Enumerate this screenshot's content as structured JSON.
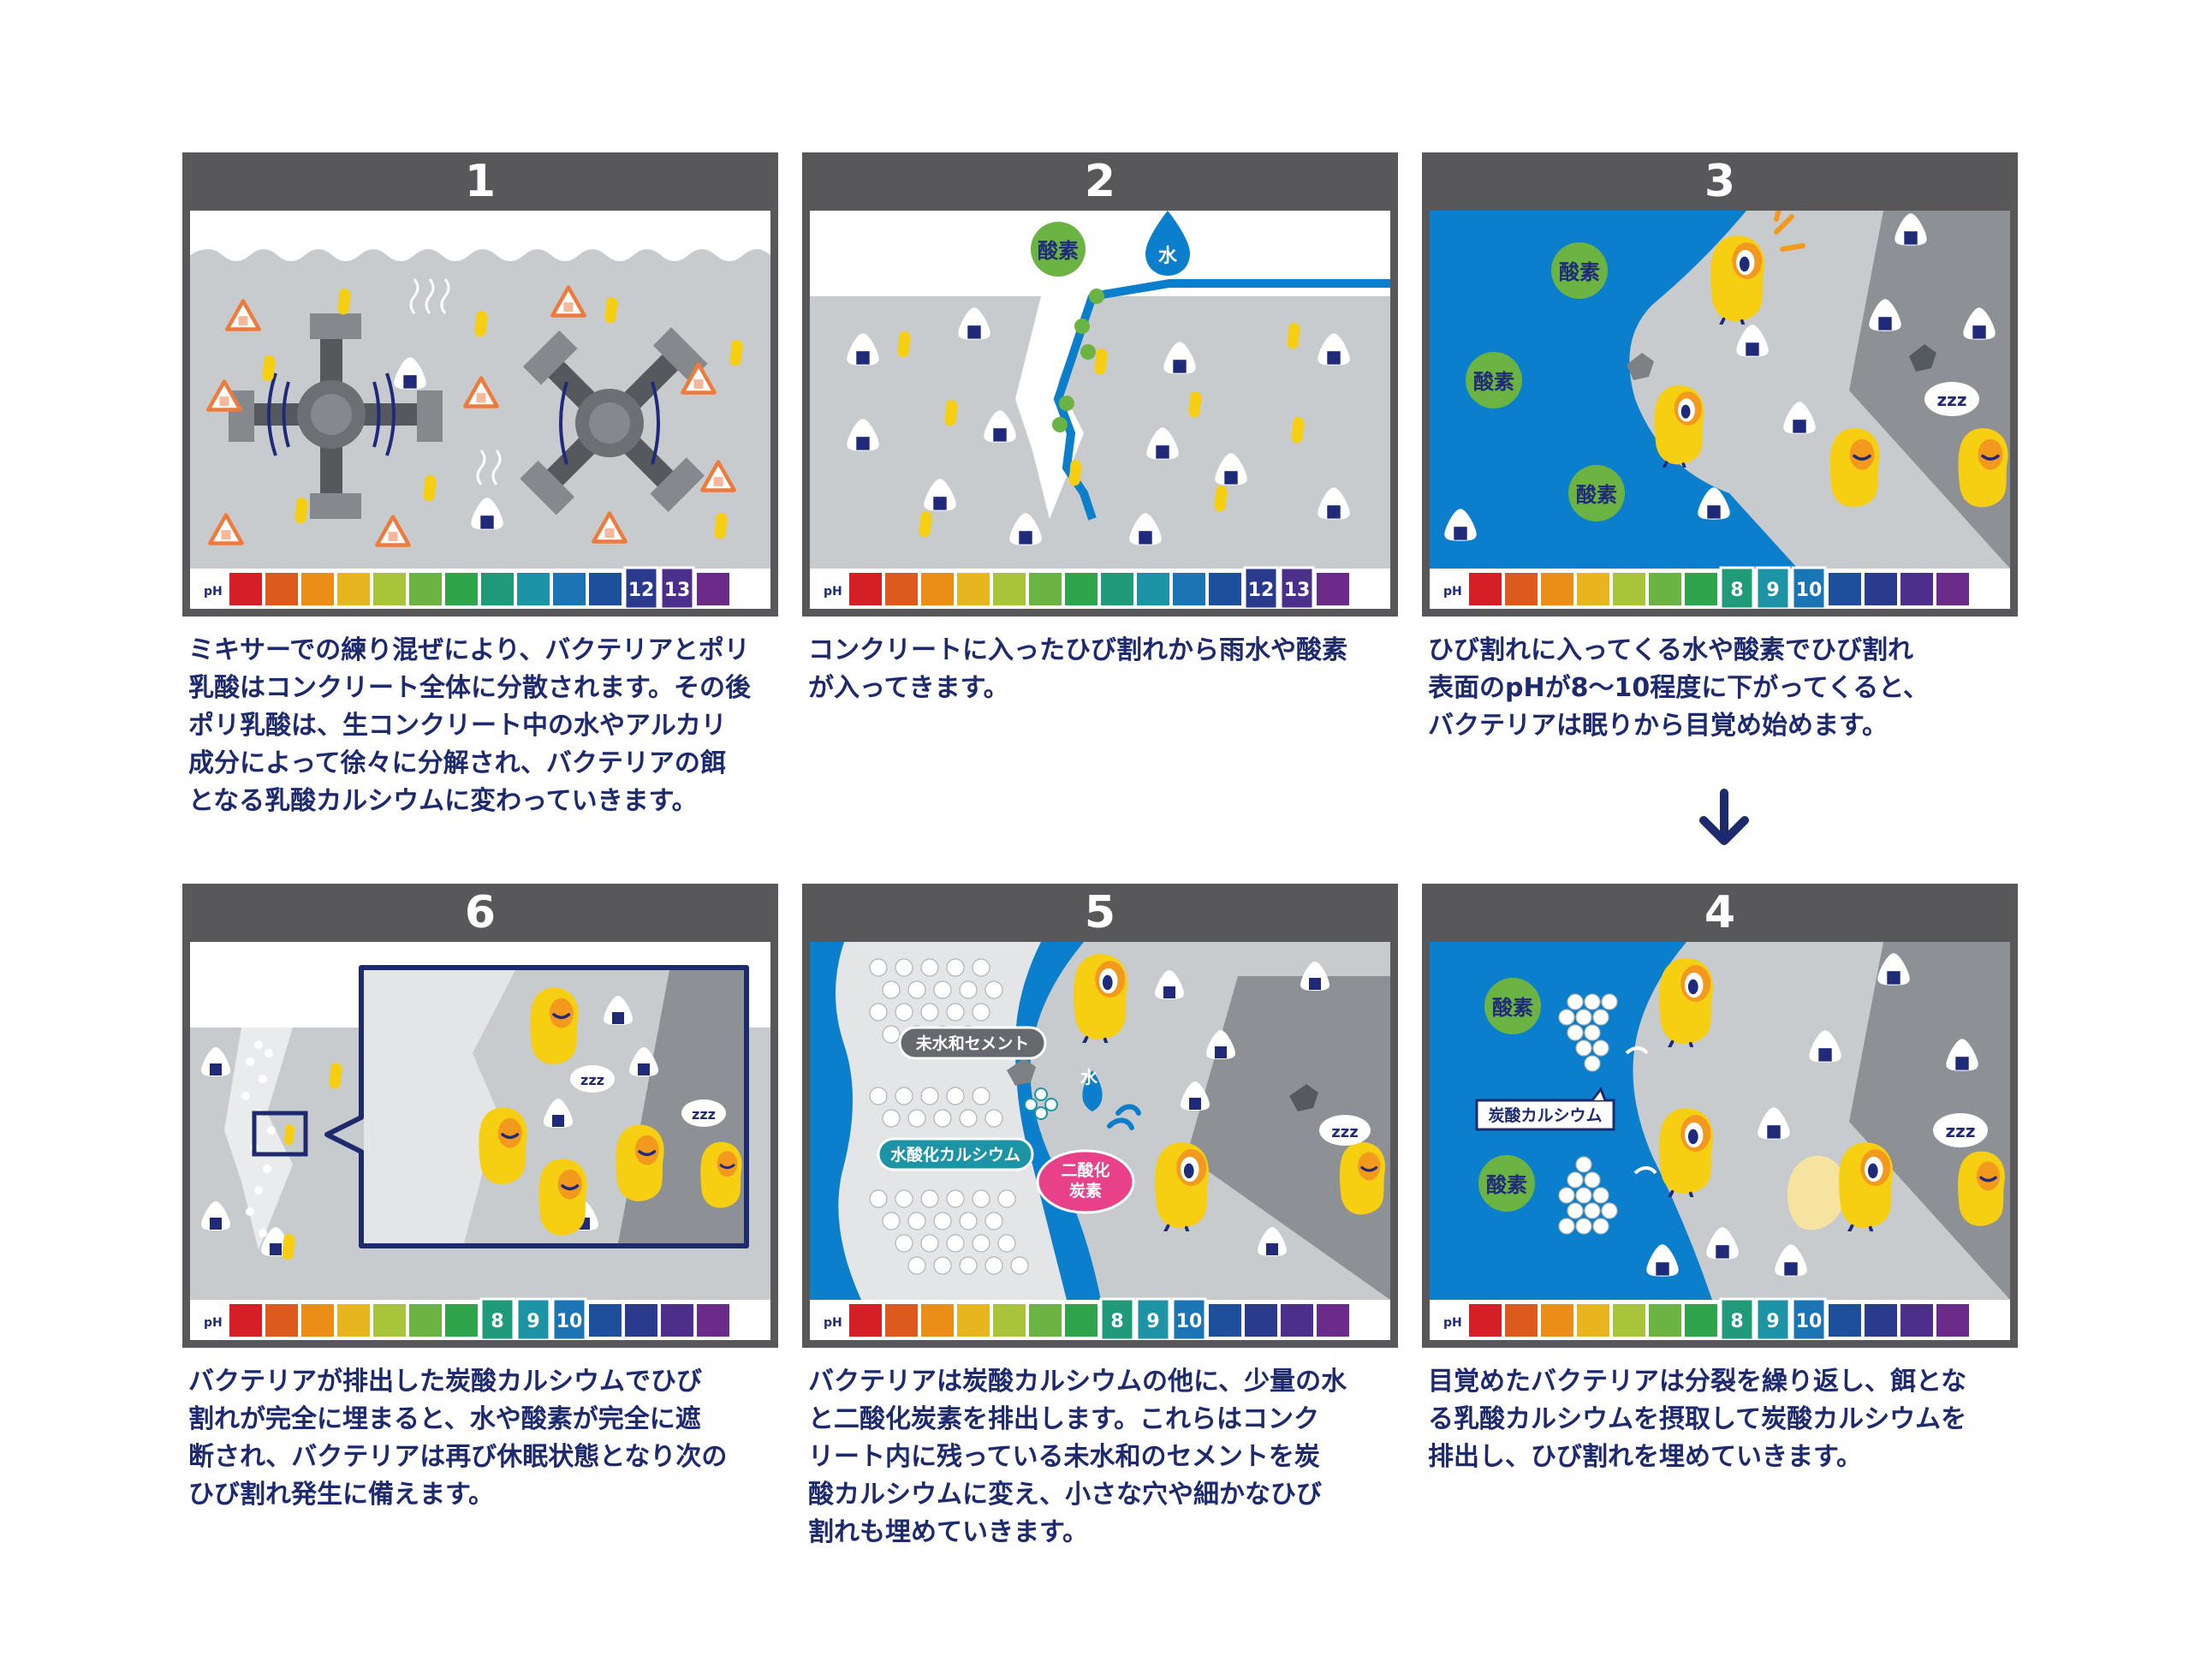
{
  "colors": {
    "frame": "#58585a",
    "caption_text": "#1d2a6e",
    "concrete": "#c8cbce",
    "water": "#0b7fcb",
    "oxygen_green": "#6bb443",
    "bacteria_yellow": "#f6cf12",
    "co2_pink": "#e8418a",
    "ph_scale": [
      "#d41f26",
      "#dd5a1e",
      "#eb8e17",
      "#e6b51f",
      "#a8c43a",
      "#6bb443",
      "#2fa44a",
      "#1f9b7a",
      "#1d93a6",
      "#1b74b4",
      "#1d4f9d",
      "#2a3a8c",
      "#4b2f8a",
      "#6a2c88"
    ]
  },
  "steps": [
    {
      "number": "1",
      "caption": "ミキサーでの練り混ぜにより、バクテリアとポリ\n乳酸はコンクリート全体に分散されます。その後\nポリ乳酸は、生コンクリート中の水やアルカリ\n成分によって徐々に分解され、バクテリアの餌\nとなる乳酸カルシウムに変わっていきます。",
      "ph_label": "pH",
      "ph_highlight": [
        "12",
        "13"
      ]
    },
    {
      "number": "2",
      "caption": "コンクリートに入ったひび割れから雨水や酸素\nが入ってきます。",
      "ph_label": "pH",
      "ph_highlight": [
        "12",
        "13"
      ],
      "labels": {
        "oxygen": "酸素",
        "water": "水"
      }
    },
    {
      "number": "3",
      "caption": "ひび割れに入ってくる水や酸素でひび割れ\n表面のpHが8～10程度に下がってくると、\nバクテリアは眠りから目覚め始めます。",
      "ph_label": "pH",
      "ph_highlight": [
        "8",
        "9",
        "10"
      ],
      "labels": {
        "oxygen": "酸素",
        "zzz": "zzz"
      }
    },
    {
      "number": "4",
      "caption": "目覚めたバクテリアは分裂を繰り返し、餌とな\nる乳酸カルシウムを摂取して炭酸カルシウムを\n排出し、ひび割れを埋めていきます。",
      "ph_label": "pH",
      "ph_highlight": [
        "8",
        "9",
        "10"
      ],
      "labels": {
        "oxygen": "酸素",
        "calcium_carbonate": "炭酸カルシウム",
        "zzz": "zzz"
      }
    },
    {
      "number": "5",
      "caption": "バクテリアは炭酸カルシウムの他に、少量の水\nと二酸化炭素を排出します。これらはコンク\nリート内に残っている未水和のセメントを炭\n酸カルシウムに変え、小さな穴や細かなひび\n割れも埋めていきます。",
      "ph_label": "pH",
      "ph_highlight": [
        "8",
        "9",
        "10"
      ],
      "labels": {
        "unhydrated_cement": "未水和セメント",
        "calcium_hydroxide": "水酸化カルシウム",
        "water": "水",
        "co2_line1": "二酸化",
        "co2_line2": "炭素",
        "zzz": "zzz"
      }
    },
    {
      "number": "6",
      "caption": "バクテリアが排出した炭酸カルシウムでひび\n割れが完全に埋まると、水や酸素が完全に遮\n断され、バクテリアは再び休眠状態となり次の\nひび割れ発生に備えます。",
      "ph_label": "pH",
      "ph_highlight": [
        "8",
        "9",
        "10"
      ],
      "labels": {
        "zzz": "zzz"
      }
    }
  ],
  "icons": [
    "down-arrow-icon",
    "rice-ball-icon",
    "bacteria-icon",
    "polylactic-acid-triangle-icon",
    "mixer-blade-icon"
  ]
}
